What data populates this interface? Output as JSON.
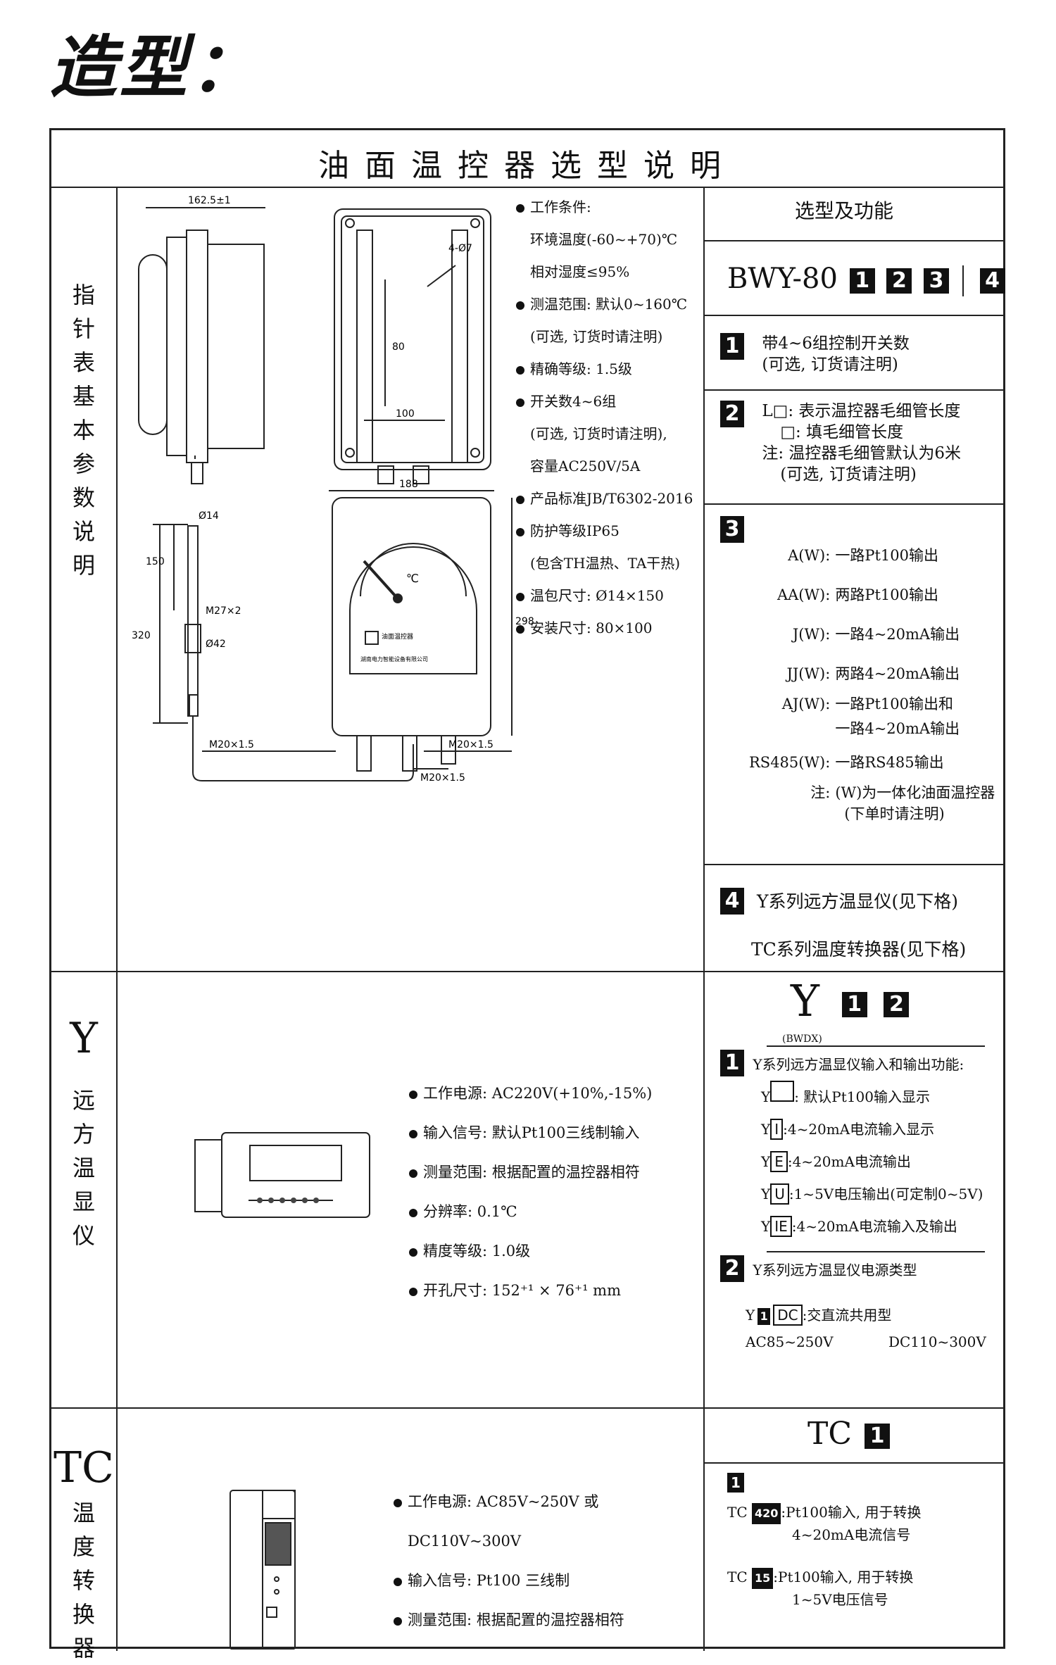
{
  "page": {
    "heading": "造型："
  },
  "sheet": {
    "title": "油面温控器选型说明",
    "left_labels": {
      "bwy": [
        "指",
        "针",
        "表",
        "基",
        "本",
        "参",
        "数",
        "说",
        "明"
      ],
      "y_letter": "Y",
      "y": [
        "远",
        "方",
        "温",
        "显",
        "仪"
      ],
      "tc_letter": "TC",
      "tc": [
        "温",
        "度",
        "转",
        "换",
        "器"
      ]
    },
    "drawing_labels": {
      "w": "162.5±1",
      "holes": "4-Ø7",
      "h80": "80",
      "w100": "100",
      "d14": "Ø14",
      "w188": "188",
      "l150": "150",
      "m27": "M27×2",
      "l320": "320",
      "d42": "Ø42",
      "h298": "298",
      "m20a": "M20×1.5",
      "m20b": "M20×1.5",
      "m20c": "M20×1.5",
      "unit": "℃",
      "brand": "油面温控器",
      "maker": "湖南电力智能设备有限公司"
    },
    "bwy_specs": [
      "工作条件:",
      "环境温度(-60~+70)℃",
      "相对湿度≤95%",
      "测温范围: 默认0~160℃",
      "(可选, 订货时请注明)",
      "精确等级: 1.5级",
      "开关数4~6组",
      "(可选, 订货时请注明),",
      "容量AC250V/5A",
      "产品标准JB/T6302-2016",
      "防护等级IP65",
      "(包含TH温热、TA干热)",
      "温包尺寸: Ø14×150",
      "安装尺寸: 80×100"
    ],
    "selection": {
      "header": "选型及功能",
      "model_prefix": "BWY-80",
      "model_boxes": [
        "1",
        "2",
        "3",
        "4"
      ],
      "s1": {
        "num": "1",
        "lines": [
          "带4~6组控制开关数",
          "(可选, 订货请注明)"
        ]
      },
      "s2": {
        "num": "2",
        "lines": [
          "L□: 表示温控器毛细管长度",
          "□: 填毛细管长度",
          "注: 温控器毛细管默认为6米",
          "(可选, 订货请注明)"
        ]
      },
      "s3": {
        "num": "3",
        "lines": [
          [
            "A(W):",
            "一路Pt100输出"
          ],
          [
            "AA(W):",
            "两路Pt100输出"
          ],
          [
            "J(W):",
            "一路4~20mA输出"
          ],
          [
            "JJ(W):",
            "两路4~20mA输出"
          ],
          [
            "AJ(W):",
            "一路Pt100输出和"
          ],
          [
            "",
            "一路4~20mA输出"
          ],
          [
            "RS485(W):",
            "一路RS485输出"
          ],
          [
            "注:",
            "(W)为一体化油面温控器"
          ],
          [
            "",
            "(下单时请注明)"
          ]
        ]
      },
      "s4": {
        "num": "4",
        "lines": [
          "Y系列远方温显仪(见下格)",
          "TC系列温度转换器(见下格)"
        ]
      }
    },
    "y_specs": [
      "工作电源: AC220V(+10%,-15%)",
      "输入信号: 默认Pt100三线制输入",
      "测量范围: 根据配置的温控器相符",
      "分辨率: 0.1℃",
      "精度等级: 1.0级",
      "开孔尺寸: 152⁺¹ × 76⁺¹ mm"
    ],
    "y_selection": {
      "model": "Y",
      "boxes": [
        "1",
        "2"
      ],
      "sub": "(BWDX)",
      "s1_title": "Y系列远方温显仪输入和输出功能:",
      "s1_items": [
        [
          "",
          ": 默认Pt100输入显示"
        ],
        [
          "I",
          ":4~20mA电流输入显示"
        ],
        [
          "E",
          ":4~20mA电流输出"
        ],
        [
          "U",
          ":1~5V电压输出(可定制0~5V)"
        ],
        [
          "IE",
          ":4~20mA电流输入及输出"
        ]
      ],
      "s2_title": "Y系列远方温显仪电源类型",
      "s2_code": "DC",
      "s2_desc": ":交直流共用型",
      "s2_ranges": [
        "AC85~250V",
        "DC110~300V"
      ]
    },
    "tc_specs": [
      "工作电源: AC85V~250V 或",
      "DC110V~300V",
      "输入信号: Pt100 三线制",
      "测量范围: 根据配置的温控器相符"
    ],
    "tc_selection": {
      "model": "TC",
      "box": "1",
      "num": "1",
      "items": [
        [
          "420",
          ":Pt100输入, 用于转换",
          "4~20mA电流信号"
        ],
        [
          "15",
          ":Pt100输入, 用于转换",
          "1~5V电压信号"
        ]
      ]
    }
  }
}
